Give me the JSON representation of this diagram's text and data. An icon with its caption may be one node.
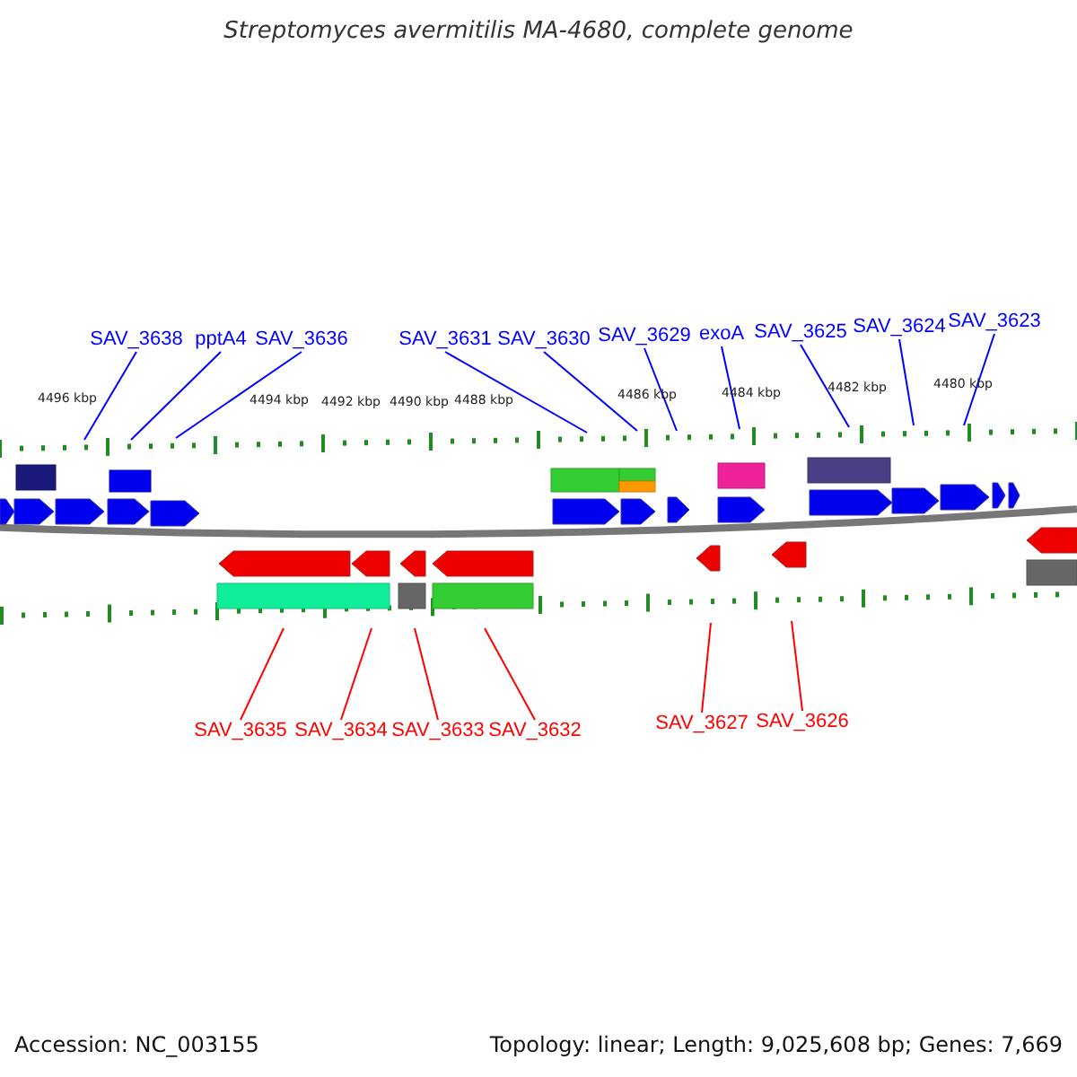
{
  "diagram": {
    "title": "Streptomyces avermitilis MA-4680, complete genome",
    "nodes": [
      {
        "text": [
          "SAV_3638"
        ]
      },
      {
        "text": [
          "pptA4"
        ]
      },
      {
        "text": [
          "SAV_3636"
        ]
      },
      {
        "text": [
          "SAV_3631"
        ]
      },
      {
        "text": [
          "SAV_3630"
        ]
      },
      {
        "text": [
          "SAV_3629"
        ]
      },
      {
        "text": [
          "exoA"
        ]
      },
      {
        "text": [
          "SAV_3625"
        ]
      },
      {
        "text": [
          "SAV_3624"
        ]
      },
      {
        "text": [
          "SAV_3623"
        ]
      },
      {
        "text": [
          "SAV_3635"
        ]
      },
      {
        "text": [
          "SAV_3634"
        ]
      },
      {
        "text": [
          "SAV_3633"
        ]
      },
      {
        "text": [
          "SAV_3632"
        ]
      },
      {
        "text": [
          "SAV_3627"
        ]
      },
      {
        "text": [
          "SAV_3626"
        ]
      }
    ],
    "edges": [
      {
        "from": 0,
        "to": null,
        "arrow": "none"
      },
      {
        "from": 1,
        "to": null,
        "arrow": "none"
      },
      {
        "from": 2,
        "to": null,
        "arrow": "none"
      },
      {
        "from": 3,
        "to": null,
        "arrow": "none"
      },
      {
        "from": 4,
        "to": null,
        "arrow": "none"
      },
      {
        "from": 5,
        "to": null,
        "arrow": "none"
      },
      {
        "from": 6,
        "to": null,
        "arrow": "none"
      },
      {
        "from": 7,
        "to": null,
        "arrow": "none"
      },
      {
        "from": 8,
        "to": null,
        "arrow": "none"
      },
      {
        "from": 9,
        "to": null,
        "arrow": "none"
      },
      {
        "from": 10,
        "to": null,
        "arrow": "none",
        "color": "#ff0000"
      },
      {
        "from": 11,
        "to": null,
        "arrow": "none",
        "color": "#ff0000"
      },
      {
        "from": 12,
        "to": null,
        "arrow": "none",
        "color": "#ff0000"
      },
      {
        "from": 13,
        "to": null,
        "arrow": "none",
        "color": "#ff0000"
      },
      {
        "from": 14,
        "to": null,
        "arrow": "none",
        "color": "#ff0000"
      },
      {
        "from": 15,
        "to": null,
        "arrow": "none",
        "color": "#ff0000"
      }
    ],
    "labels": [
      "4496 kbp",
      "4494 kbp",
      "4492 kbp",
      "4490 kbp",
      "4488 kbp",
      "4486 kbp",
      "4484 kbp",
      "4482 kbp",
      "4480 kbp",
      "Accession: NC_003155",
      "Topology: linear; Length: 9,025,608 bp; Genes: 7,669"
    ]
  }
}
